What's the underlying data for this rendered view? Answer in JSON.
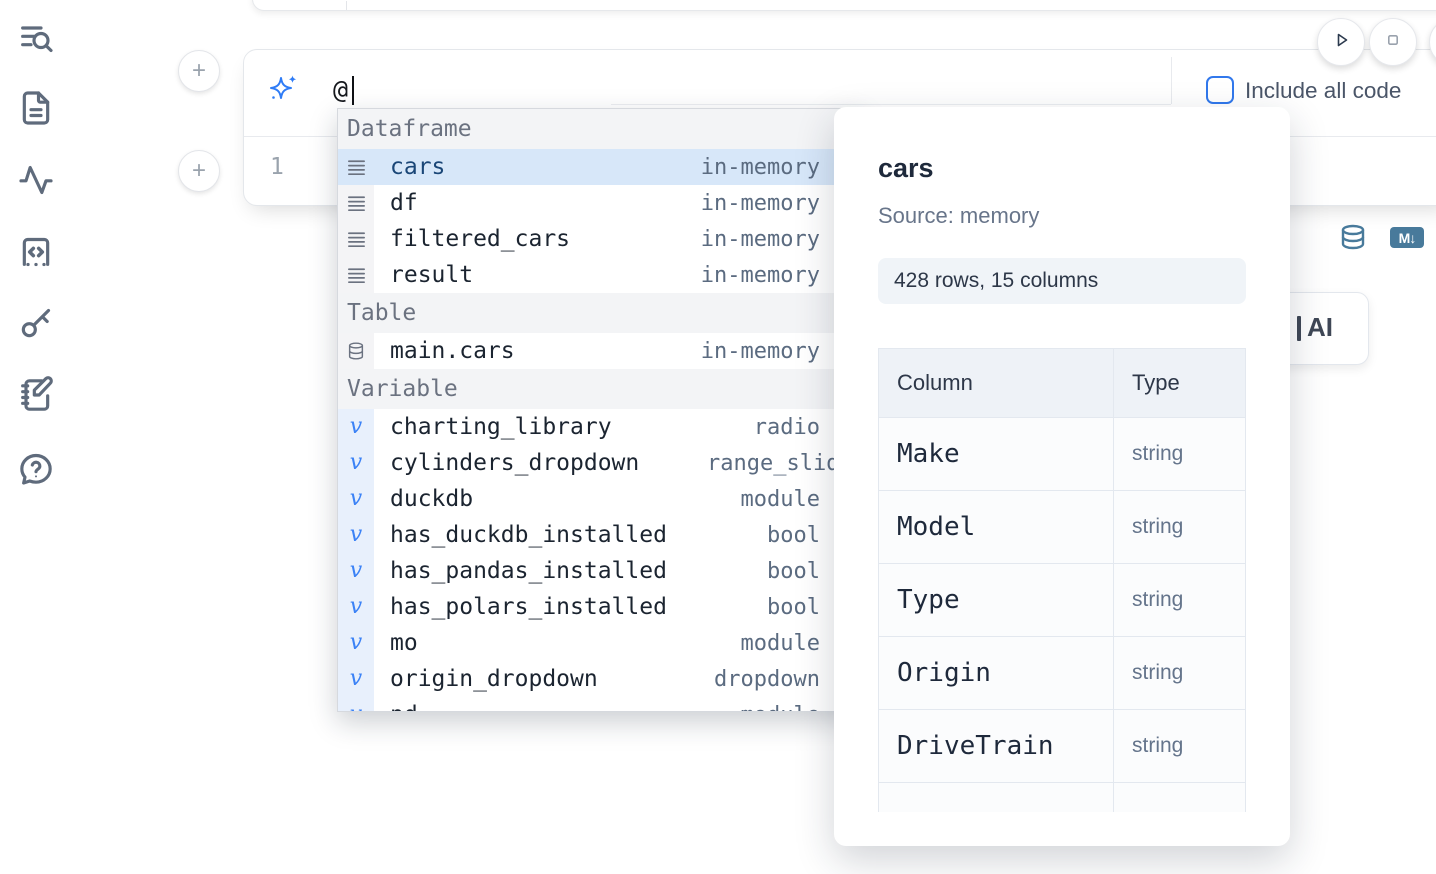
{
  "colors": {
    "accent_blue": "#3178ec",
    "sidebar_icon": "#5f6b7c",
    "convert_icon_blue": "#487a9b",
    "selected_row_bg": "#d7e7f9"
  },
  "sidebar": {
    "items": [
      {
        "icon": "toc-search-icon"
      },
      {
        "icon": "file-text-icon"
      },
      {
        "icon": "activity-icon"
      },
      {
        "icon": "code-snippets-icon"
      },
      {
        "icon": "key-icon"
      },
      {
        "icon": "scratchpad-icon"
      },
      {
        "icon": "help-chat-icon"
      }
    ]
  },
  "controls": {
    "add_cell_label": "+"
  },
  "cell": {
    "ai_prompt": {
      "value": "@"
    },
    "include_all_code": {
      "label": "Include all code",
      "checked": false
    },
    "editor": {
      "line_number": "1"
    },
    "actions": {
      "markdown_badge": "M↓",
      "database_icon": "database-convert-icon"
    }
  },
  "run_controls": {
    "icons": [
      "play-icon",
      "stop-icon"
    ]
  },
  "autocomplete": {
    "sections": [
      {
        "label": "Dataframe",
        "items": [
          {
            "name": "cars",
            "type": "in-memory",
            "icon": "dataframe",
            "selected": true
          },
          {
            "name": "df",
            "type": "in-memory",
            "icon": "dataframe"
          },
          {
            "name": "filtered_cars",
            "type": "in-memory",
            "icon": "dataframe"
          },
          {
            "name": "result",
            "type": "in-memory",
            "icon": "dataframe"
          }
        ]
      },
      {
        "label": "Table",
        "items": [
          {
            "name": "main.cars",
            "type": "in-memory",
            "icon": "table"
          }
        ]
      },
      {
        "label": "Variable",
        "items": [
          {
            "name": "charting_library",
            "type": "radio",
            "icon": "variable"
          },
          {
            "name": "cylinders_dropdown",
            "type": "range_slider",
            "icon": "variable",
            "type_overflow": true
          },
          {
            "name": "duckdb",
            "type": "module",
            "icon": "variable"
          },
          {
            "name": "has_duckdb_installed",
            "type": "bool",
            "icon": "variable"
          },
          {
            "name": "has_pandas_installed",
            "type": "bool",
            "icon": "variable"
          },
          {
            "name": "has_polars_installed",
            "type": "bool",
            "icon": "variable"
          },
          {
            "name": "mo",
            "type": "module",
            "icon": "variable"
          },
          {
            "name": "origin_dropdown",
            "type": "dropdown",
            "icon": "variable"
          },
          {
            "name": "pd",
            "type": "module",
            "icon": "variable",
            "clipped": true
          }
        ]
      }
    ]
  },
  "preview": {
    "title": "cars",
    "source": "Source: memory",
    "shape": "428 rows, 15 columns",
    "table": {
      "headers": [
        "Column",
        "Type"
      ],
      "rows": [
        {
          "column": "Make",
          "type": "string"
        },
        {
          "column": "Model",
          "type": "string"
        },
        {
          "column": "Type",
          "type": "string"
        },
        {
          "column": "Origin",
          "type": "string"
        },
        {
          "column": "DriveTrain",
          "type": "string"
        }
      ]
    }
  },
  "ai_button": {
    "label": "AI"
  }
}
